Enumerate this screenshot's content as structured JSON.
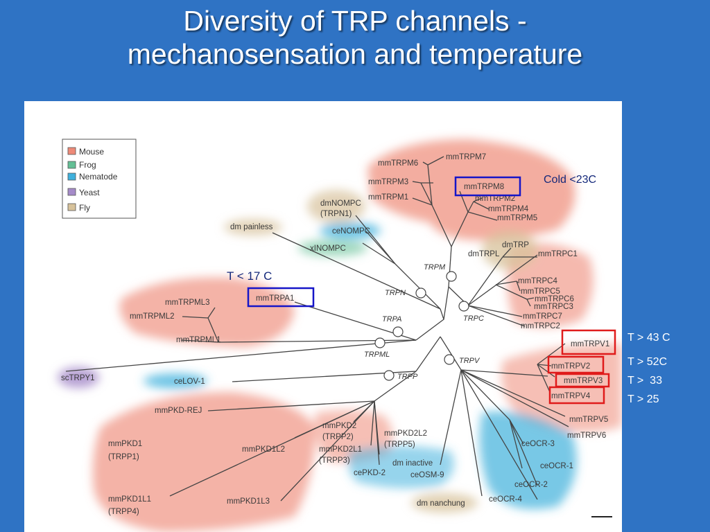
{
  "slide": {
    "title_line1": "Diversity of TRP channels -",
    "title_line2": "mechanosensation and temperature"
  },
  "legend": [
    {
      "label": "Mouse",
      "color": "#ee8a78"
    },
    {
      "label": "Frog",
      "color": "#63bf95"
    },
    {
      "label": "Nematode",
      "color": "#3fb0dc"
    },
    {
      "label": "Yeast",
      "color": "#a58bc9"
    },
    {
      "label": "Fly",
      "color": "#d7c29b"
    }
  ],
  "clades": {
    "trpm": "TRPM",
    "trpn": "TRPN",
    "trpa": "TRPA",
    "trpml": "TRPML",
    "trpp": "TRPP",
    "trpv": "TRPV",
    "trpc": "TRPC"
  },
  "leaves": {
    "mmTRPM6": "mmTRPM6",
    "mmTRPM7": "mmTRPM7",
    "mmTRPM3": "mmTRPM3",
    "mmTRPM8": "mmTRPM8",
    "mmTRPM1": "mmTRPM1",
    "mmTRPM2": "mmTRPM2",
    "mmTRPM4": "mmTRPM4",
    "mmTRPM5": "mmTRPM5",
    "dmNOMPC_a": "dmNOMPC",
    "dmNOMPC_b": "(TRPN1)",
    "dmPainless": "dm painless",
    "ceNOMPC": "ceNOMPC",
    "xlNOMPC": "xINOMPC",
    "dmTRP": "dmTRP",
    "dmTRPL": "dmTRPL",
    "mmTRPC1": "mmTRPC1",
    "mmTRPC4": "mmTRPC4",
    "mmTRPC5": "mmTRPC5",
    "mmTRPC6": "mmTRPC6",
    "mmTRPC3": "mmTRPC3",
    "mmTRPC7": "mmTRPC7",
    "mmTRPC2": "mmTRPC2",
    "mmTRPA1": "mmTRPA1",
    "mmTRPML3": "mmTRPML3",
    "mmTRPML2": "mmTRPML2",
    "mmTRPML1": "mmTRPML1",
    "scTRPY1": "scTRPY1",
    "ceLOV1": "ceLOV-1",
    "mmPKDREJ": "mmPKD-REJ",
    "mmPKD1_a": "mmPKD1",
    "mmPKD1_b": "(TRPP1)",
    "mmPKD1L2": "mmPKD1L2",
    "mmPKD1L1_a": "mmPKD1L1",
    "mmPKD1L1_b": "(TRPP4)",
    "mmPKD1L3": "mmPKD1L3",
    "mmPKD2_a": "mmPKD2",
    "mmPKD2_b": "(TRPP2)",
    "mmPKD2L1_a": "mmPKD2L1",
    "mmPKD2L1_b": "(TRPP3)",
    "mmPKD2L2_a": "mmPKD2L2",
    "mmPKD2L2_b": "(TRPP5)",
    "cePKD2": "cePKD-2",
    "dmInactive": "dm inactive",
    "ceOSM9": "ceOSM-9",
    "dmNanchung": "dm nanchung",
    "ceOCR3": "ceOCR-3",
    "ceOCR1": "ceOCR-1",
    "ceOCR2": "ceOCR-2",
    "ceOCR4": "ceOCR-4",
    "mmTRPV1": "mmTRPV1",
    "mmTRPV2": "mmTRPV2",
    "mmTRPV3": "mmTRPV3",
    "mmTRPV4": "mmTRPV4",
    "mmTRPV5": "mmTRPV5",
    "mmTRPV6": "mmTRPV6"
  },
  "annotations": {
    "cold": "Cold <23C",
    "t17": "T < 17 C",
    "trpv1": "T > 43 C",
    "trpv2": "T > 52C",
    "trpv3": "T >  33",
    "trpv4": "T > 25"
  },
  "colors": {
    "background": "#2f73c4",
    "highlight_blue": "#1515c8",
    "highlight_red": "#e01b1b"
  }
}
